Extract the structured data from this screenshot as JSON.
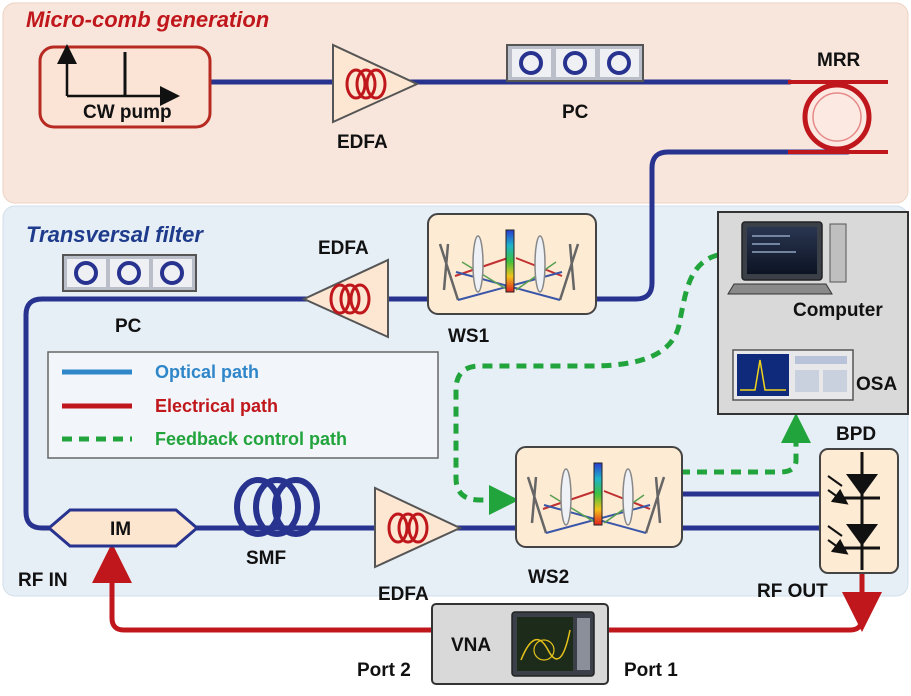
{
  "sections": {
    "top": {
      "title": "Micro-comb generation"
    },
    "bottom": {
      "title": "Transversal filter"
    }
  },
  "labels": {
    "cw_pump": "CW pump",
    "edfa": "EDFA",
    "pc": "PC",
    "mrr": "MRR",
    "ws1": "WS1",
    "ws2": "WS2",
    "computer": "Computer",
    "osa": "OSA",
    "bpd": "BPD",
    "im": "IM",
    "smf": "SMF",
    "rf_in": "RF IN",
    "rf_out": "RF OUT",
    "vna": "VNA",
    "port2": "Port 2",
    "port1": "Port 1"
  },
  "legend": {
    "optical": "Optical path",
    "electrical": "Electrical path",
    "feedback": "Feedback control path"
  },
  "colors": {
    "optical": "#27338f",
    "optical_legend": "#2f86c9",
    "electrical": "#c0171c",
    "feedback": "#22a43c",
    "top_bg": "#f8e6dc",
    "bottom_bg": "#e6eef6",
    "section_title_top": "#c0171c",
    "section_title_bottom": "#1f3b8c"
  }
}
